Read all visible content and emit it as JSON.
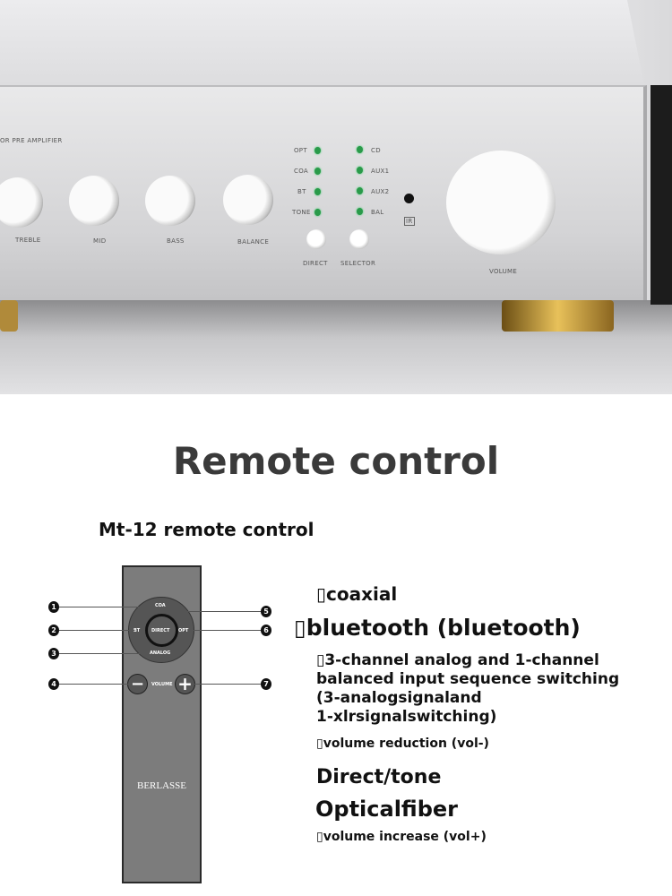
{
  "amplifier": {
    "model_text": "OR PRE AMPLIFIER",
    "knobs": [
      "TREBLE",
      "MID",
      "BASS",
      "BALANCE"
    ],
    "left_leds": [
      "OPT",
      "COA",
      "BT",
      "TONE"
    ],
    "right_leds": [
      "CD",
      "AUX1",
      "AUX2",
      "BAL"
    ],
    "ir_label": "IR",
    "buttons": [
      "DIRECT",
      "SELECTOR"
    ],
    "volume_label": "VOLUME",
    "led_color": "#2a9a4a"
  },
  "title": "Remote control",
  "subtitle": "Mt-12 remote control",
  "remote": {
    "coa": "COA",
    "bt": "BT",
    "direct": "DIRECT",
    "opt": "OPT",
    "analog": "ANALOG",
    "volume": "VOLUME",
    "minus": "−",
    "plus": "+",
    "brand": "BERLASSE",
    "callouts": [
      "1",
      "2",
      "3",
      "4",
      "5",
      "6",
      "7"
    ]
  },
  "descriptions": {
    "coaxial": "▯coaxial",
    "bluetooth": "▯bluetooth (bluetooth)",
    "analog_line1": "▯3-channel analog and 1-channel",
    "analog_line2": "balanced input sequence switching",
    "analog_line3": "(3-analogsignaland",
    "analog_line4": "1-xlrsignalswitching)",
    "vol_minus": "▯volume reduction (vol-)",
    "direct": "Direct/tone",
    "optical": "Opticalfiber",
    "vol_plus": "▯volume increase (vol+)"
  }
}
